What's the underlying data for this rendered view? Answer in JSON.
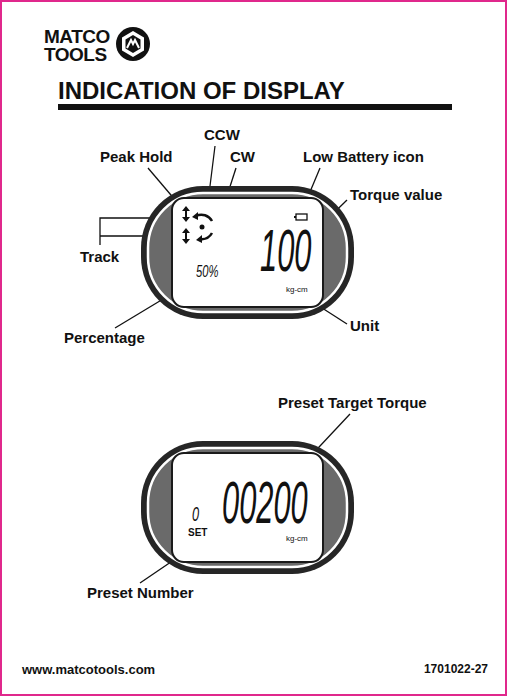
{
  "diagram": {
    "title": "INDICATION OF DISPLAY",
    "nodes": [
      {
        "text": [
          "100",
          "50%",
          "kg-cm"
        ]
      },
      {
        "text": [
          "00200",
          "0",
          "SET",
          "kg-cm"
        ]
      }
    ],
    "labels": [
      "MATCO",
      "TOOLS",
      "Peak Hold",
      "CCW",
      "CW",
      "Low Battery icon",
      "Torque value",
      "Track",
      "Percentage",
      "Unit",
      "Preset Target Torque",
      "Preset Number",
      "www.matcotools.com",
      "1701022-27"
    ]
  }
}
